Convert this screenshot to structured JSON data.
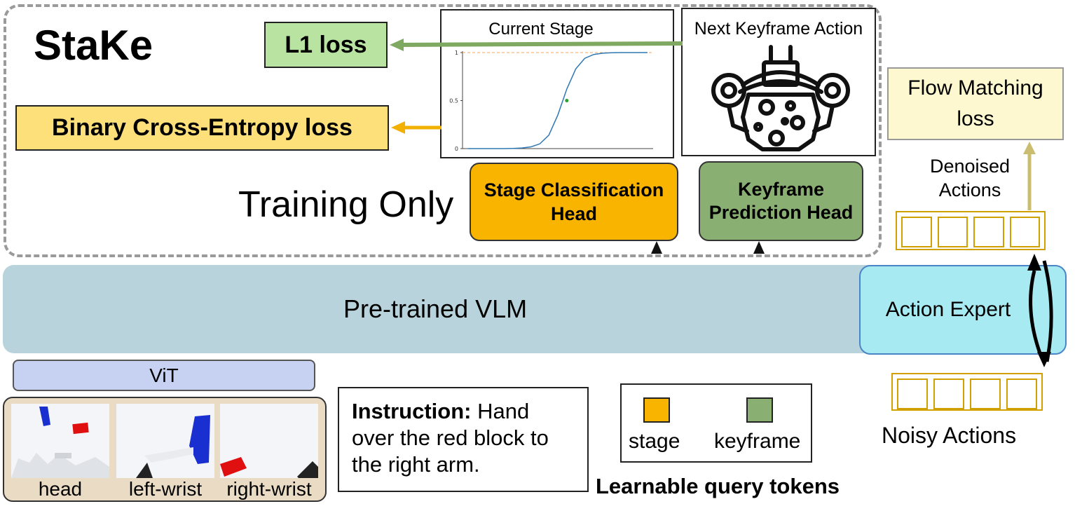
{
  "title": "StaKe",
  "training_only_label": "Training Only",
  "losses": {
    "l1": "L1 loss",
    "bce": "Binary Cross-Entropy loss",
    "flow_matching": "Flow Matching loss"
  },
  "stage_plot": {
    "title": "Current Stage",
    "chart_data": {
      "type": "line",
      "title": "Current Stage",
      "yticks": [
        "0",
        "0.5",
        "1"
      ],
      "ylim": [
        0,
        1
      ],
      "x": [
        0,
        1,
        2,
        3,
        4,
        5,
        6,
        7,
        8,
        9,
        10,
        11,
        12,
        13,
        14,
        15,
        16,
        17,
        18,
        19,
        20
      ],
      "series": [
        {
          "values": [
            0,
            0,
            0,
            0,
            0,
            0.002,
            0.006,
            0.018,
            0.05,
            0.14,
            0.35,
            0.62,
            0.83,
            0.94,
            0.98,
            0.994,
            0.998,
            1,
            1,
            1,
            1
          ]
        }
      ],
      "highlight_point": {
        "x": 11,
        "y": 0.5
      },
      "reference_line": {
        "y": 1,
        "style": "dashed"
      },
      "colors": {
        "line": "#2f78b4",
        "point": "#2ca02c",
        "reference": "#f5a45a"
      }
    }
  },
  "keyframe_panel": {
    "title": "Next Keyframe Action",
    "icon": "robot-gripper-icon"
  },
  "heads": {
    "stage": "Stage Classification Head",
    "keyframe": "Keyframe Prediction Head"
  },
  "vlm_label": "Pre-trained VLM",
  "action_expert_label": "Action Expert",
  "denoised_label": "Denoised Actions",
  "noisy_label": "Noisy Actions",
  "vit_label": "ViT",
  "cameras": [
    "head",
    "left-wrist",
    "right-wrist"
  ],
  "instruction": {
    "prefix": "Instruction:",
    "text": "Hand over the red block to the right arm."
  },
  "query_tokens": {
    "stage": "stage",
    "keyframe": "keyframe",
    "label": "Learnable query tokens"
  },
  "colors": {
    "green_arrow": "#7fa860",
    "orange_arrow": "#f2b000",
    "tan_arrow": "#cbbd70",
    "blue_arrow": "#8fa9d8",
    "stage_head": "#f9b400",
    "keyframe_head": "#8aaf72"
  }
}
